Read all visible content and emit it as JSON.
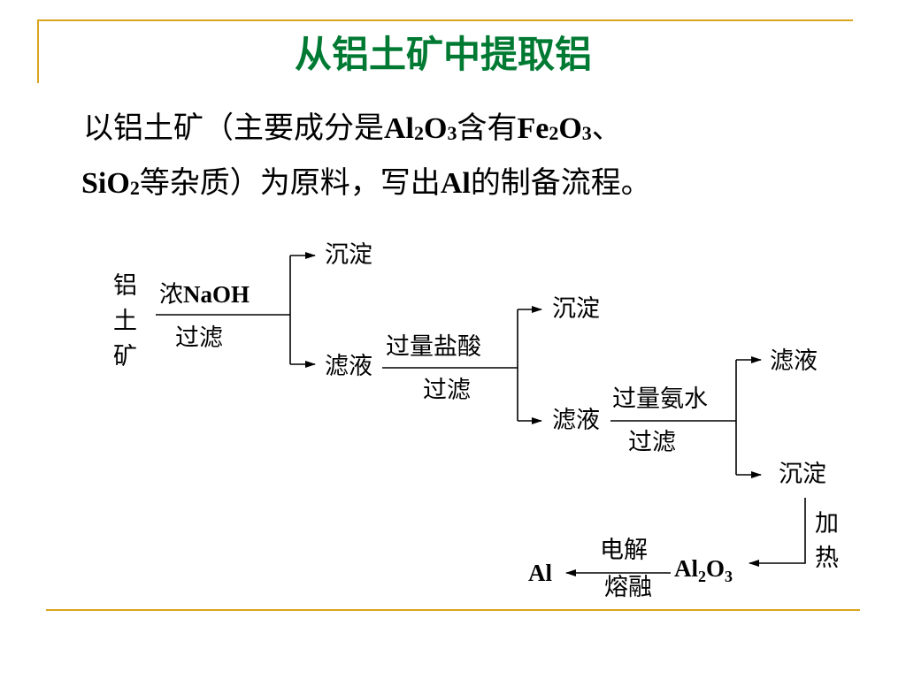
{
  "slide": {
    "title": "从铝土矿中提取铝",
    "intro": {
      "p1": "以铝土矿（主要成分是",
      "al": "Al",
      "sub2": "2",
      "o": "O",
      "sub3": "3",
      "p2": "含有",
      "fe": "Fe",
      "sub2b": "2",
      "ob": "O",
      "sub3b": "3",
      "p3": "、",
      "sio": "SiO",
      "sub2c": "2",
      "p4": "等杂质）为原料，写出",
      "al2": "Al",
      "p5": "的制备流程。"
    },
    "colors": {
      "title": "#007A33",
      "rule": "#DAA520"
    }
  },
  "flow": {
    "source": {
      "c1": "铝",
      "c2": "土",
      "c3": "矿"
    },
    "step1": {
      "reagent_prefix": "浓",
      "reagent": "NaOH",
      "op": "过滤"
    },
    "out1_top": "沉淀",
    "out1_bottom": "滤液",
    "step2": {
      "reagent": "过量盐酸",
      "op": "过滤"
    },
    "out2_top": "沉淀",
    "out2_bottom": "滤液",
    "step3": {
      "reagent": "过量氨水",
      "op": "过滤"
    },
    "out3_top": "滤液",
    "out3_bottom": "沉淀",
    "step4": {
      "c1": "加",
      "c2": "热"
    },
    "product": {
      "a": "Al",
      "s2": "2",
      "b": "O",
      "s3": "3"
    },
    "step5": {
      "top": "电解",
      "bottom": "熔融"
    },
    "final": "Al"
  }
}
